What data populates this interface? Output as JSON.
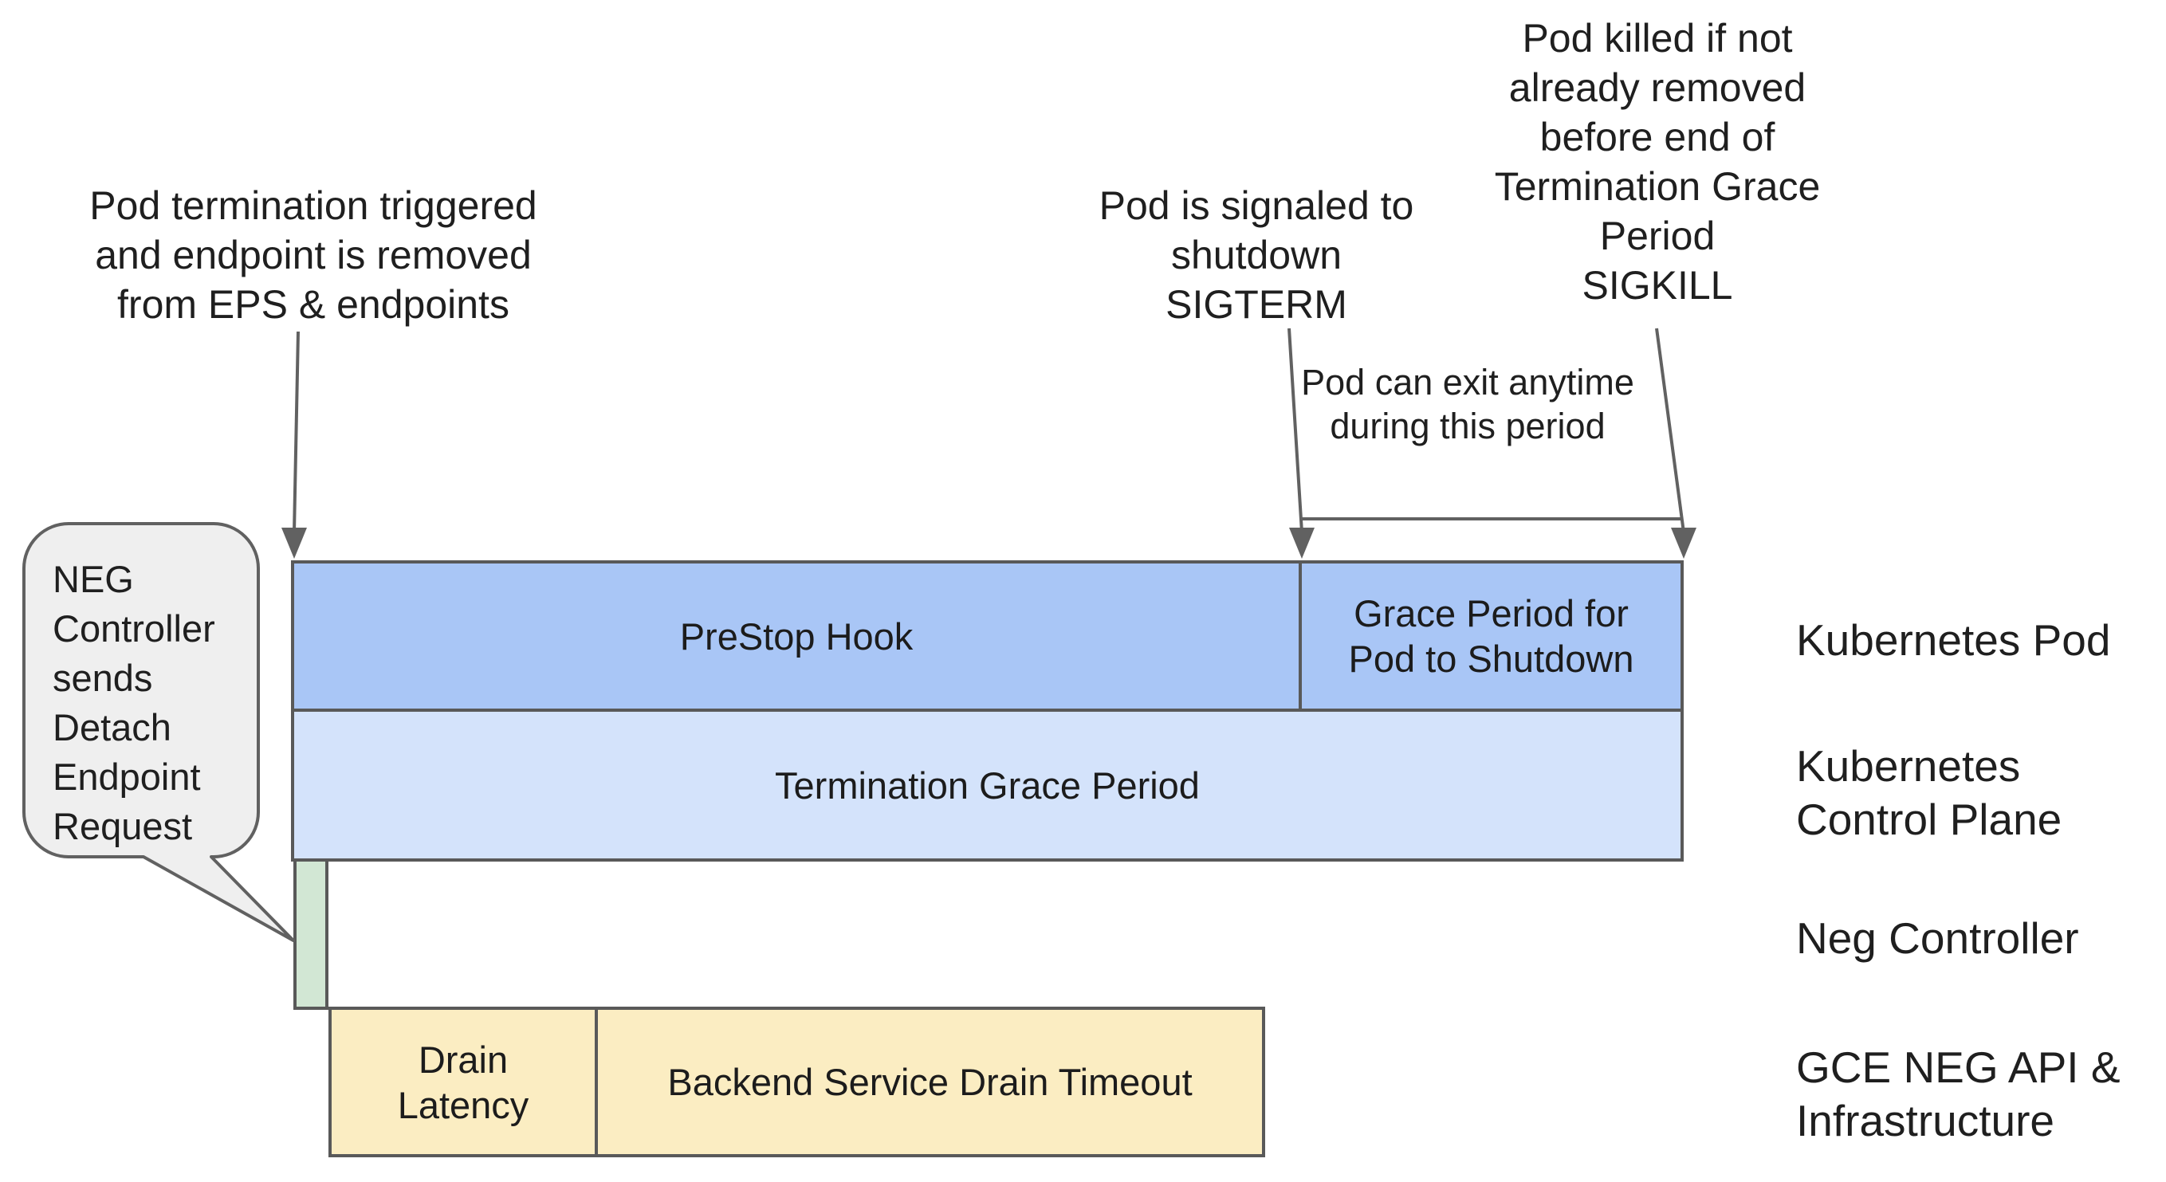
{
  "annotations": {
    "termination_trigger": "Pod termination triggered\nand endpoint is removed\nfrom EPS & endpoints",
    "sigterm": "Pod is signaled to\nshutdown\nSIGTERM",
    "sigkill": "Pod killed if not\nalready removed\nbefore end of\nTermination Grace\nPeriod\nSIGKILL",
    "pod_exit_note": "Pod can exit anytime\nduring this period",
    "neg_bubble": "NEG\nController\nsends\nDetach\nEndpoint\nRequest"
  },
  "bars": {
    "prestop_hook": "PreStop Hook",
    "grace_period": "Grace Period for\nPod to Shutdown",
    "termination_grace": "Termination Grace Period",
    "drain_latency": "Drain\nLatency",
    "backend_drain": "Backend Service Drain Timeout"
  },
  "lanes": {
    "kubernetes_pod": "Kubernetes Pod",
    "control_plane": "Kubernetes\nControl Plane",
    "neg_controller": "Neg Controller",
    "gce_neg": "GCE NEG API &\nInfrastructure"
  },
  "colors": {
    "pod_bar_fill": "#a9c6f6",
    "control_plane_bar_fill": "#d4e3fb",
    "neg_bar_fill": "#d2e7d4",
    "gce_bar_fill": "#fbedc2",
    "bar_border": "#595959",
    "connector": "#616161",
    "bubble_fill": "#efefef",
    "text": "#1f1f1f",
    "background": "#ffffff"
  }
}
